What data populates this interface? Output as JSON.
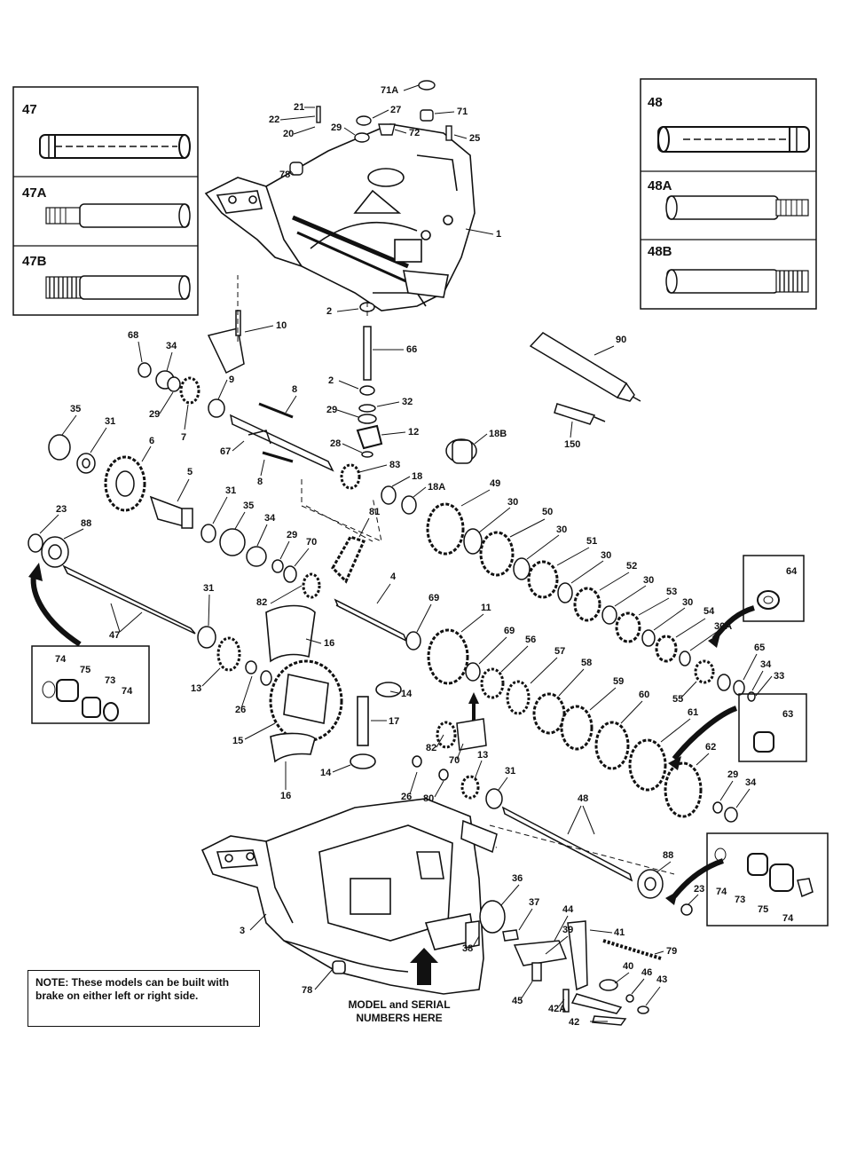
{
  "note": {
    "text": "NOTE: These models can be built with brake on either left or right side."
  },
  "model_serial": {
    "line1": "MODEL and SERIAL",
    "line2": "NUMBERS HERE"
  },
  "insets": {
    "left": [
      "47",
      "47A",
      "47B"
    ],
    "right": [
      "48",
      "48A",
      "48B"
    ]
  },
  "small_insets": {
    "box_64": "64",
    "box_63": "63",
    "box_bearing_left": [
      "74",
      "75",
      "73",
      "74"
    ],
    "box_bearing_right": [
      "74",
      "73",
      "75",
      "74"
    ]
  },
  "part_labels": [
    {
      "text": "71A"
    },
    {
      "text": "71"
    },
    {
      "text": "27"
    },
    {
      "text": "72"
    },
    {
      "text": "29"
    },
    {
      "text": "21"
    },
    {
      "text": "22"
    },
    {
      "text": "20"
    },
    {
      "text": "25"
    },
    {
      "text": "78"
    },
    {
      "text": "1"
    },
    {
      "text": "2"
    },
    {
      "text": "10"
    },
    {
      "text": "66"
    },
    {
      "text": "68"
    },
    {
      "text": "34"
    },
    {
      "text": "9"
    },
    {
      "text": "29"
    },
    {
      "text": "7"
    },
    {
      "text": "8"
    },
    {
      "text": "2"
    },
    {
      "text": "32"
    },
    {
      "text": "29"
    },
    {
      "text": "12"
    },
    {
      "text": "28"
    },
    {
      "text": "90"
    },
    {
      "text": "150"
    },
    {
      "text": "18B"
    },
    {
      "text": "35"
    },
    {
      "text": "31"
    },
    {
      "text": "6"
    },
    {
      "text": "67"
    },
    {
      "text": "8"
    },
    {
      "text": "83"
    },
    {
      "text": "18"
    },
    {
      "text": "18A"
    },
    {
      "text": "49"
    },
    {
      "text": "5"
    },
    {
      "text": "31"
    },
    {
      "text": "35"
    },
    {
      "text": "34"
    },
    {
      "text": "29"
    },
    {
      "text": "70"
    },
    {
      "text": "81"
    },
    {
      "text": "30"
    },
    {
      "text": "50"
    },
    {
      "text": "30"
    },
    {
      "text": "51"
    },
    {
      "text": "30"
    },
    {
      "text": "52"
    },
    {
      "text": "30"
    },
    {
      "text": "53"
    },
    {
      "text": "30"
    },
    {
      "text": "54"
    },
    {
      "text": "30A"
    },
    {
      "text": "23"
    },
    {
      "text": "88"
    },
    {
      "text": "82"
    },
    {
      "text": "4"
    },
    {
      "text": "69"
    },
    {
      "text": "11"
    },
    {
      "text": "69"
    },
    {
      "text": "56"
    },
    {
      "text": "57"
    },
    {
      "text": "58"
    },
    {
      "text": "59"
    },
    {
      "text": "60"
    },
    {
      "text": "61"
    },
    {
      "text": "62"
    },
    {
      "text": "65"
    },
    {
      "text": "34"
    },
    {
      "text": "33"
    },
    {
      "text": "55"
    },
    {
      "text": "47"
    },
    {
      "text": "31"
    },
    {
      "text": "16"
    },
    {
      "text": "13"
    },
    {
      "text": "26"
    },
    {
      "text": "14"
    },
    {
      "text": "15"
    },
    {
      "text": "17"
    },
    {
      "text": "82"
    },
    {
      "text": "70"
    },
    {
      "text": "14"
    },
    {
      "text": "16"
    },
    {
      "text": "26"
    },
    {
      "text": "80"
    },
    {
      "text": "13"
    },
    {
      "text": "31"
    },
    {
      "text": "48"
    },
    {
      "text": "29"
    },
    {
      "text": "34"
    },
    {
      "text": "88"
    },
    {
      "text": "23"
    },
    {
      "text": "3"
    },
    {
      "text": "36"
    },
    {
      "text": "37"
    },
    {
      "text": "44"
    },
    {
      "text": "39"
    },
    {
      "text": "41"
    },
    {
      "text": "79"
    },
    {
      "text": "38"
    },
    {
      "text": "40"
    },
    {
      "text": "46"
    },
    {
      "text": "43"
    },
    {
      "text": "78"
    },
    {
      "text": "45"
    },
    {
      "text": "42A"
    },
    {
      "text": "42"
    }
  ]
}
